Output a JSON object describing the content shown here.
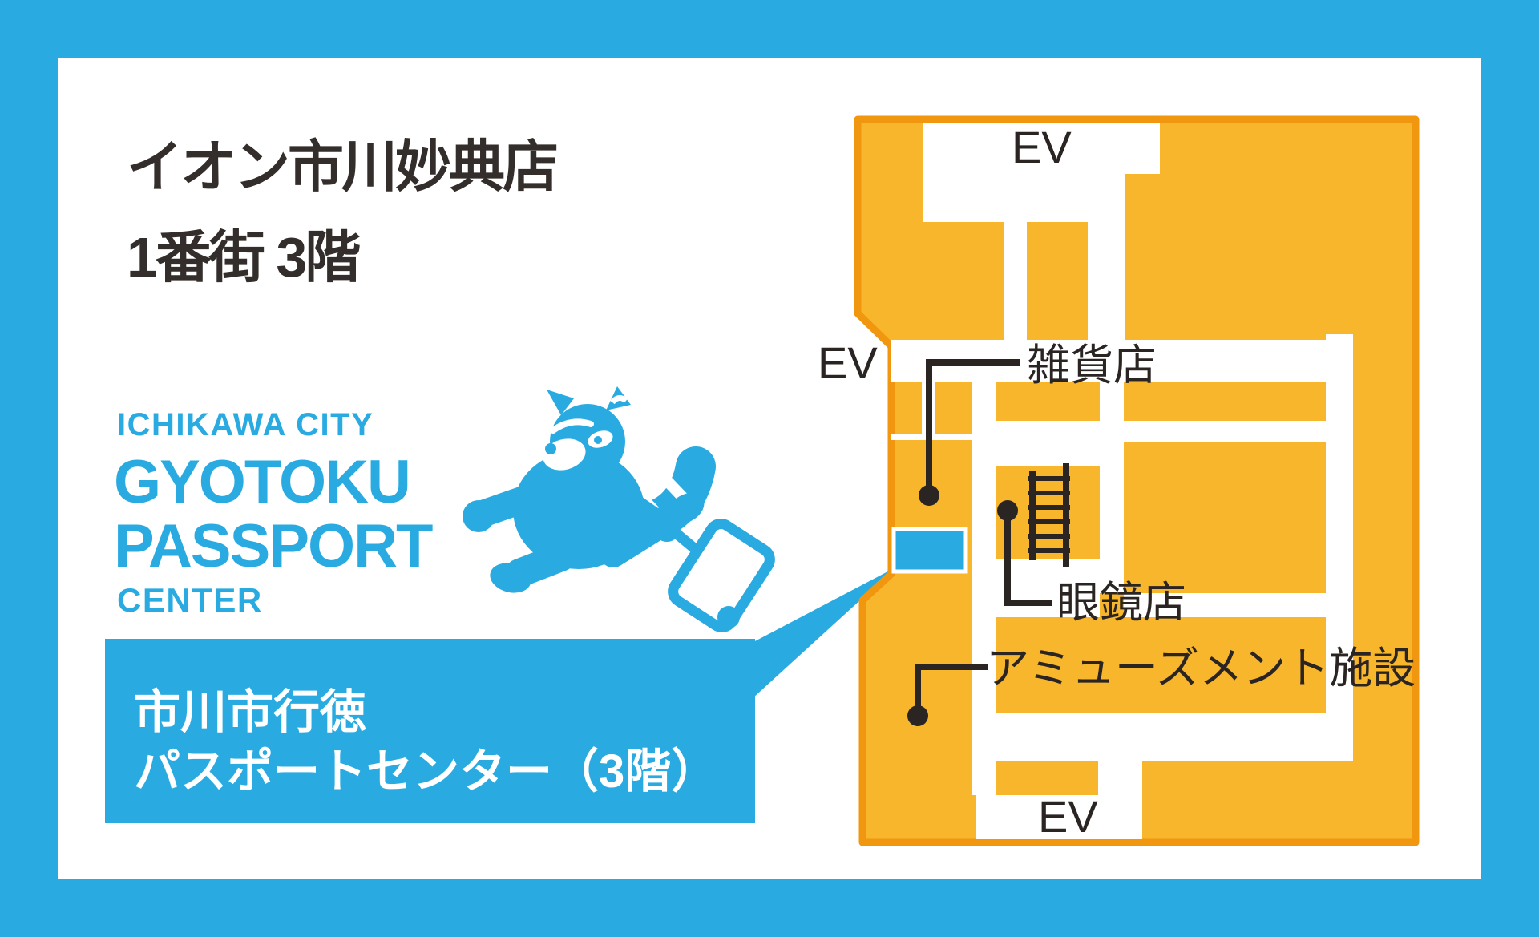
{
  "header": {
    "title_line1": "イオン市川妙典店",
    "title_line2": "1番街 3階"
  },
  "logo": {
    "line1": "ICHIKAWA CITY",
    "line2": "GYOTOKU",
    "line3": "PASSPORT",
    "line4": "CENTER",
    "mascot_icon": "red-panda-pulling-suitcase-icon"
  },
  "location_box": {
    "line1": "市川市行徳",
    "line2": "パスポートセンター（3階）"
  },
  "map": {
    "labels": {
      "ev_top": "EV",
      "ev_left": "EV",
      "ev_bottom": "EV",
      "store_general": "雑貨店",
      "store_glasses": "眼鏡店",
      "store_amusement": "アミューズメント施設"
    },
    "marker": "passport-center-location-marker",
    "stairs_icon": "stairs-icon"
  },
  "colors": {
    "cyan": "#29ABE2",
    "orange": "#F8B62D",
    "orange_border": "#F0960F",
    "text_dark": "#2A2523",
    "title_dark": "#332E2B",
    "white": "#FFFFFF"
  }
}
